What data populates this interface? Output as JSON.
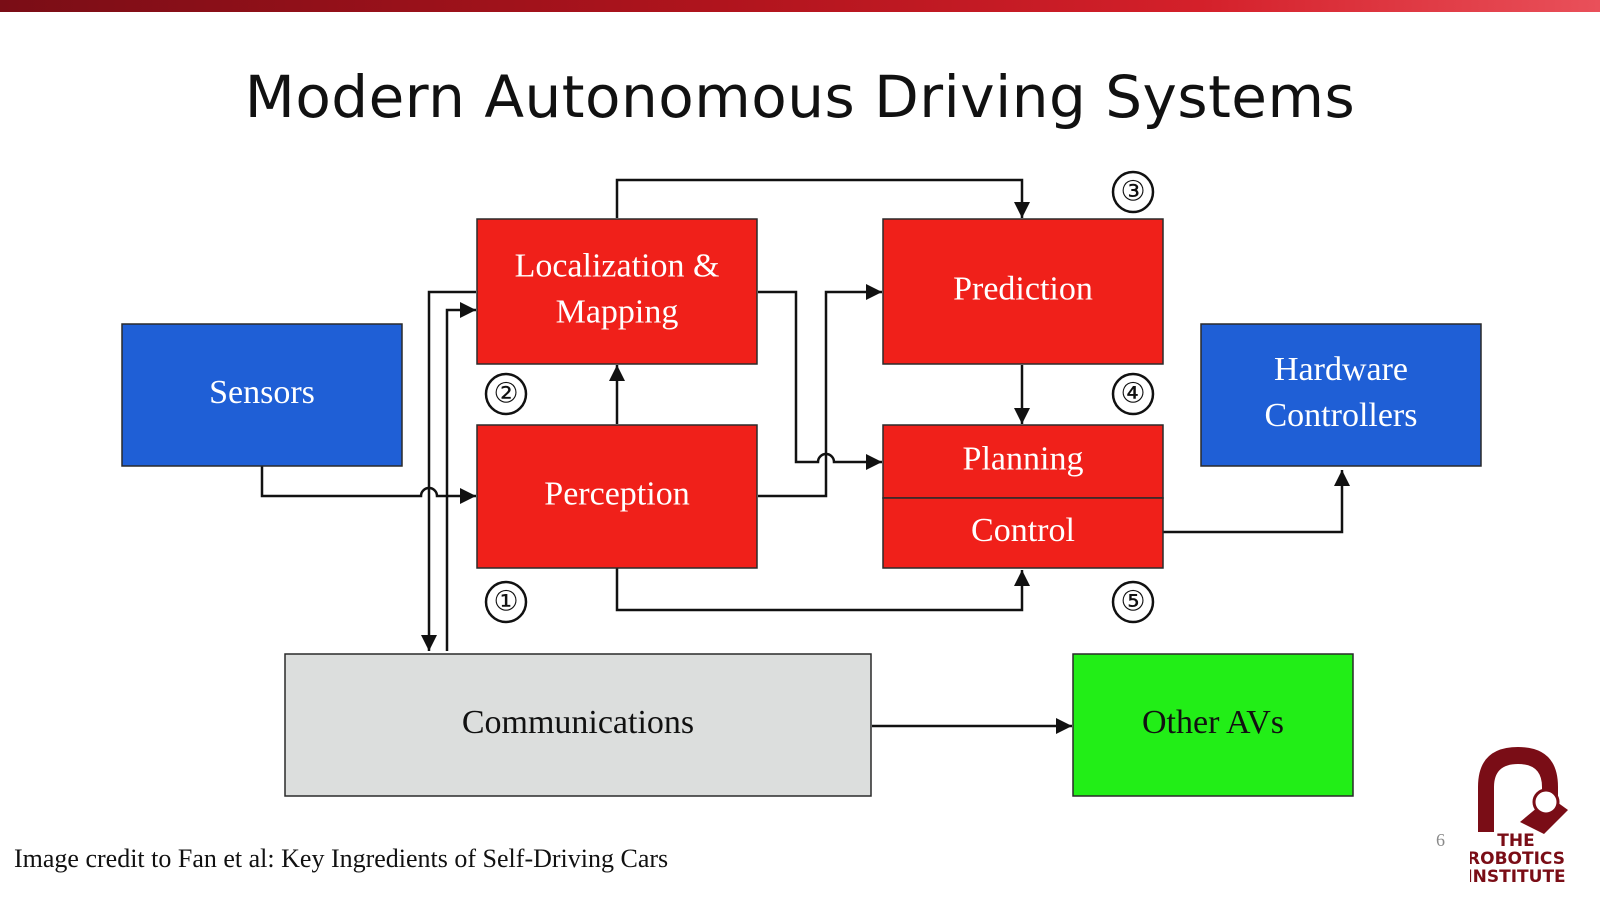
{
  "slide": {
    "title": "Modern Autonomous Driving Systems",
    "credit": "Image credit to Fan et al: Key Ingredients of Self-Driving Cars",
    "page_number": "6",
    "logo_text": [
      "THE",
      "ROBOTICS",
      "INSTITUTE"
    ]
  },
  "diagram": {
    "boxes": {
      "sensors": {
        "lines": [
          "Sensors"
        ],
        "color": "#1f5fd6"
      },
      "localization": {
        "lines": [
          "Localization &",
          "Mapping"
        ],
        "color": "#f0201a"
      },
      "perception": {
        "lines": [
          "Perception"
        ],
        "color": "#f0201a"
      },
      "prediction": {
        "lines": [
          "Prediction"
        ],
        "color": "#f0201a"
      },
      "planning": {
        "lines": [
          "Planning"
        ],
        "color": "#f0201a"
      },
      "control": {
        "lines": [
          "Control"
        ],
        "color": "#f0201a"
      },
      "hardware": {
        "lines": [
          "Hardware",
          "Controllers"
        ],
        "color": "#1f5fd6"
      },
      "communications": {
        "lines": [
          "Communications"
        ],
        "color": "#dcdedd"
      },
      "other_avs": {
        "lines": [
          "Other AVs"
        ],
        "color": "#22ee17"
      }
    },
    "step_markers": [
      "①",
      "②",
      "③",
      "④",
      "⑤"
    ]
  },
  "colors": {
    "accent": "#b0141d",
    "logo": "#7a0d16"
  }
}
